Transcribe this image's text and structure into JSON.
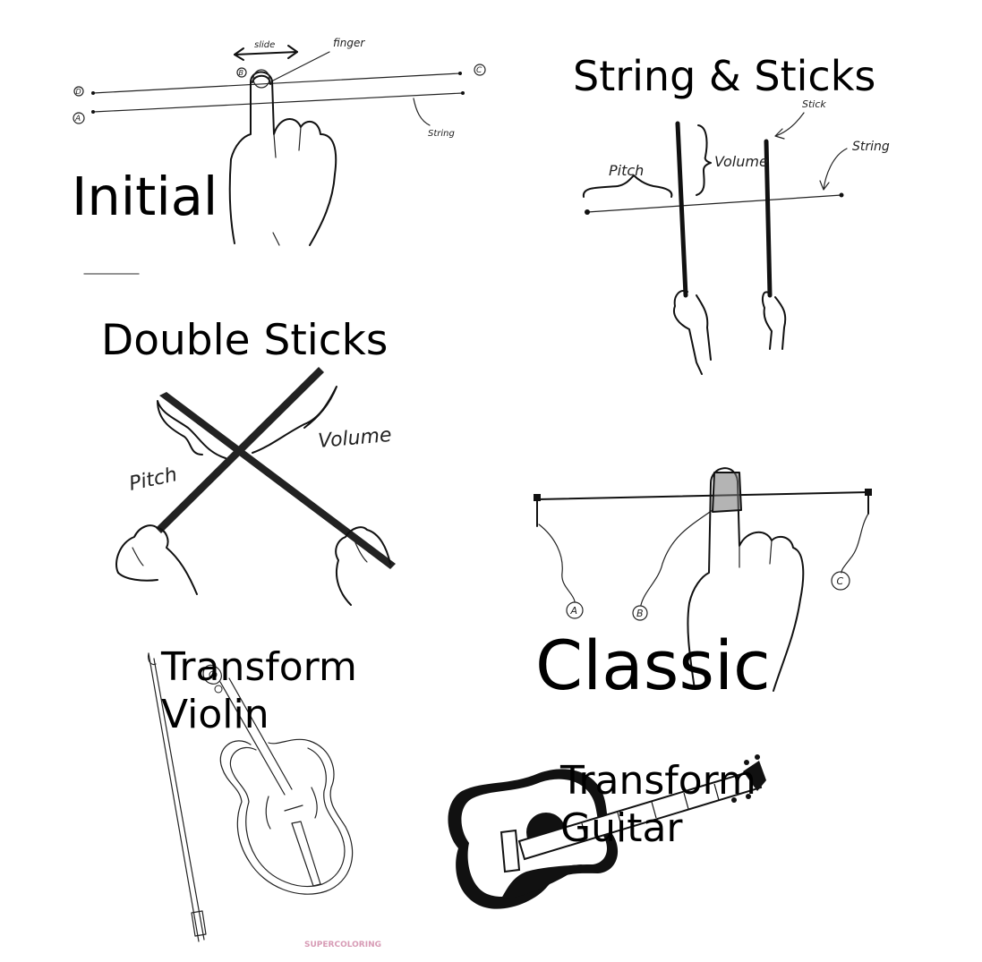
{
  "panels": {
    "initial": {
      "title": "Initial",
      "notes": {
        "slide": "slide",
        "finger": "finger",
        "string": "String",
        "a": "A",
        "b": "B",
        "c": "C",
        "d": "D"
      }
    },
    "string_sticks": {
      "title": "String & Sticks",
      "notes": {
        "stick": "Stick",
        "string": "String",
        "pitch": "Pitch",
        "volume": "Volume"
      }
    },
    "double_sticks": {
      "title": "Double Sticks",
      "notes": {
        "pitch": "Pitch",
        "volume": "Volume"
      }
    },
    "classic": {
      "title": "Classic",
      "notes": {
        "a": "A",
        "b": "B",
        "c": "C"
      }
    },
    "transform_violin": {
      "title_line1": "Transform",
      "title_line2": "Violin"
    },
    "transform_guitar": {
      "title_line1": "Transform",
      "title_line2": "Guitar"
    }
  },
  "watermark": "SUPERCOLORING"
}
